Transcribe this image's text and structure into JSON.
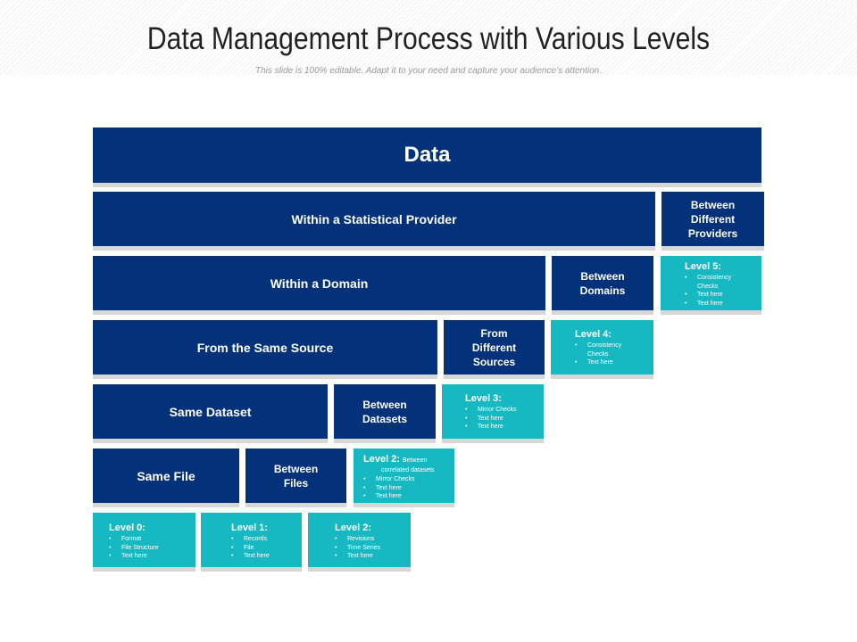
{
  "title": "Data Management Process with Various Levels",
  "subtitle": "This slide is 100% editable. Adapt it to your need and capture your audience’s attention.",
  "diagram": {
    "data_label": "Data",
    "statistical_provider": "Within a Statistical Provider",
    "between_providers": "Between Different Providers",
    "within_domain": "Within a Domain",
    "between_domains": "Between Domains",
    "same_source": "From the Same Source",
    "different_sources": "From Different Sources",
    "same_dataset": "Same Dataset",
    "between_datasets": "Between Datasets",
    "same_file": "Same File",
    "between_files": "Between Files",
    "levels": {
      "level5": {
        "title": "Level 5:",
        "items": [
          "Consistency Checks",
          "Text here",
          "Text here"
        ]
      },
      "level4": {
        "title": "Level 4:",
        "items": [
          "Consistency Checks",
          "Text here"
        ]
      },
      "level3": {
        "title": "Level 3:",
        "items": [
          "Mirror Checks",
          "Text here",
          "Text here"
        ]
      },
      "level2_upper": {
        "title": "Level 2:",
        "note": "Between",
        "note2": "correlated datasets",
        "items": [
          "Mirror Checks",
          "Text here",
          "Text here"
        ]
      },
      "level0": {
        "title": "Level 0:",
        "items": [
          "Format",
          "File Structure",
          "Text here"
        ]
      },
      "level1": {
        "title": "Level 1:",
        "items": [
          "Records",
          "File",
          "Text here"
        ]
      },
      "level2_lower": {
        "title": "Level 2:",
        "items": [
          "Revisions",
          "Time Series",
          "Text here"
        ]
      }
    }
  },
  "colors": {
    "dark_blue": "#03317a",
    "teal": "#16b8c2",
    "shadow": "#d6d6d6"
  }
}
